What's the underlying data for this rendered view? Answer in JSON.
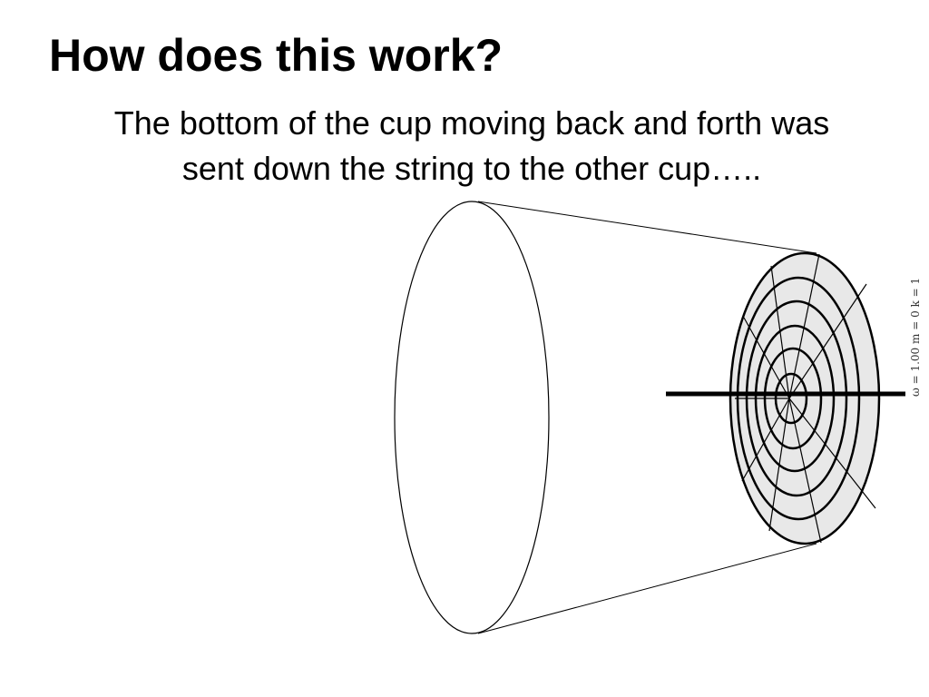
{
  "title": "How does this work?",
  "body": {
    "line1": "The bottom of the cup moving back and forth was",
    "line2": "sent down the string to the other cup….."
  },
  "diagram": {
    "mode_label": "ω = 1.00    m = 0  k = 1",
    "membrane_color": "#e8e8e8",
    "string_color": "#000000"
  }
}
